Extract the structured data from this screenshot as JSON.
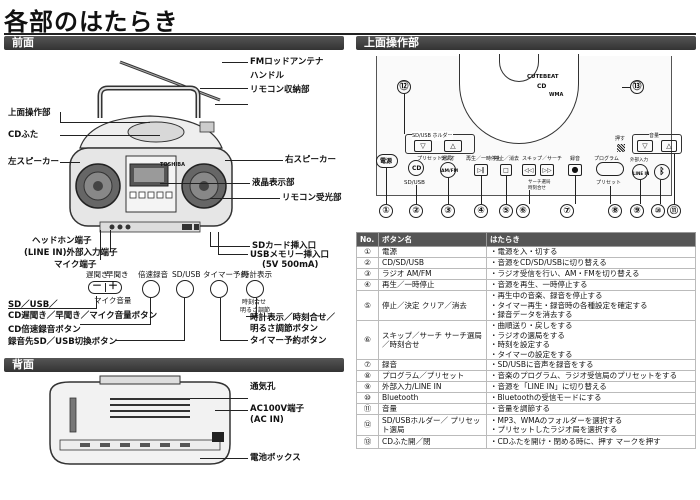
{
  "page": {
    "title": "各部のはたらき"
  },
  "sections": {
    "front": "前面",
    "back": "背面",
    "top": "上面操作部"
  },
  "front_labels": {
    "antenna": "FMロッドアンテナ",
    "handle": "ハンドル",
    "remote_storage": "リモコン収納部",
    "top_panel": "上面操作部",
    "cd_lid": "CDふた",
    "left_speaker": "左スピーカー",
    "right_speaker": "右スピーカー",
    "display": "液晶表示部",
    "remote_sensor": "リモコン受光部",
    "headphone": "ヘッドホン端子",
    "line_in": "(LINE IN)外部入力端子",
    "mic": "マイク端子",
    "sd_slot": "SDカード挿入口",
    "usb_slot": "USBメモリー挿入口",
    "usb_spec": "(5V 500mA)",
    "btn_sd_usb_1": "SD／USB／",
    "btn_sd_usb_2": "CD遅聞き／早聞き／マイク音量ボタン",
    "btn_cd_rec": "CD倍速録音ボタン",
    "btn_rec_dest": "録音先SD／USB切換ボタン",
    "btn_time_1": "時計表示／時刻合せ／",
    "btn_time_2": "明るさ調節ボタン",
    "btn_timer": "タイマー予約ボタン",
    "panel_slow": "遅聞き",
    "panel_fast": "早聞き",
    "panel_mic_vol": "マイク音量",
    "panel_double": "倍速録音",
    "panel_sdusb": "SD/USB",
    "panel_timer": "タイマー予約",
    "panel_clock": "時計表示",
    "panel_clock_sub": "時刻合せ",
    "panel_bright": "明るさ調節",
    "minus": "－",
    "plus": "＋",
    "brand": "TOSHIBA"
  },
  "back_labels": {
    "vent": "通気孔",
    "ac_1": "AC100V端子",
    "ac_2": "(AC IN)",
    "battery": "電池ボックス"
  },
  "top_panel": {
    "brand": "CUTEBEAT",
    "cd_logo": "CD",
    "wma": "WMA",
    "power": "電源",
    "cd": "CD",
    "sd_usb": "SD/USB",
    "radio": "ラジオ",
    "am_fm": "AM/FM",
    "holder": "SD/USB ホルダー",
    "preset_sel": "プリセット選局",
    "play_stop": "再生／一時停止",
    "stop_clear": "停止／消去",
    "skip": "スキップ／サーチ",
    "tune": "サーチ選局",
    "time_set": "時刻合せ",
    "rec": "録音",
    "program": "プログラム",
    "preset": "プリセット",
    "ext_in": "外部入力",
    "line_in": "LINE IN",
    "vol": "音量",
    "push": "押す"
  },
  "callouts": [
    "⑫",
    "①",
    "②",
    "③",
    "④",
    "⑤",
    "⑥",
    "⑦",
    "⑧",
    "⑨",
    "⑩",
    "⑪",
    "⑬"
  ],
  "table": {
    "headers": [
      "No.",
      "ボタン名",
      "はたらき"
    ],
    "rows": [
      {
        "no": "①",
        "name": "電源",
        "desc": [
          "・電源を入・切する"
        ]
      },
      {
        "no": "②",
        "name": "CD/SD/USB",
        "desc": [
          "・音源をCD/SD/USBに切り替える"
        ]
      },
      {
        "no": "③",
        "name": "ラジオ AM/FM",
        "desc": [
          "・ラジオ受信を行い、AM・FMを切り替える"
        ]
      },
      {
        "no": "④",
        "name": "再生／一時停止",
        "desc": [
          "・音源を再生、一時停止する"
        ]
      },
      {
        "no": "⑤",
        "name": "停止／決定 クリア／消去",
        "desc": [
          "・再生中の音楽、録音を停止する",
          "・タイマー再生・録音時の各種設定を確定する",
          "・録音データを消去する"
        ]
      },
      {
        "no": "⑥",
        "name": "スキップ／サーチ サーチ選局／時刻合せ",
        "desc": [
          "・曲順送り・戻しをする",
          "・ラジオの選局をする",
          "・時刻を設定する",
          "・タイマーの設定をする"
        ]
      },
      {
        "no": "⑦",
        "name": "録音",
        "desc": [
          "・SD/USBに音声を録音をする"
        ]
      },
      {
        "no": "⑧",
        "name": "プログラム／プリセット",
        "desc": [
          "・音楽のプログラム、ラジオ受信局のプリセットをする"
        ]
      },
      {
        "no": "⑨",
        "name": "外部入力/LINE IN",
        "desc": [
          "・音源を「LINE IN」に切り替える"
        ]
      },
      {
        "no": "⑩",
        "name": "Bluetooth",
        "desc": [
          "・Bluetoothの受信モードにする"
        ]
      },
      {
        "no": "⑪",
        "name": "音量",
        "desc": [
          "・音量を調節する"
        ]
      },
      {
        "no": "⑫",
        "name": "SD/USBホルダー／ プリセット選局",
        "desc": [
          "・MP3、WMAのフォルダーを選択する",
          "・プリセットしたラジオ局を選択する"
        ]
      },
      {
        "no": "⑬",
        "name": "CDふた開／閉",
        "desc": [
          "・CDふたを開け・閉める時に、押す マークを押す"
        ]
      }
    ]
  }
}
